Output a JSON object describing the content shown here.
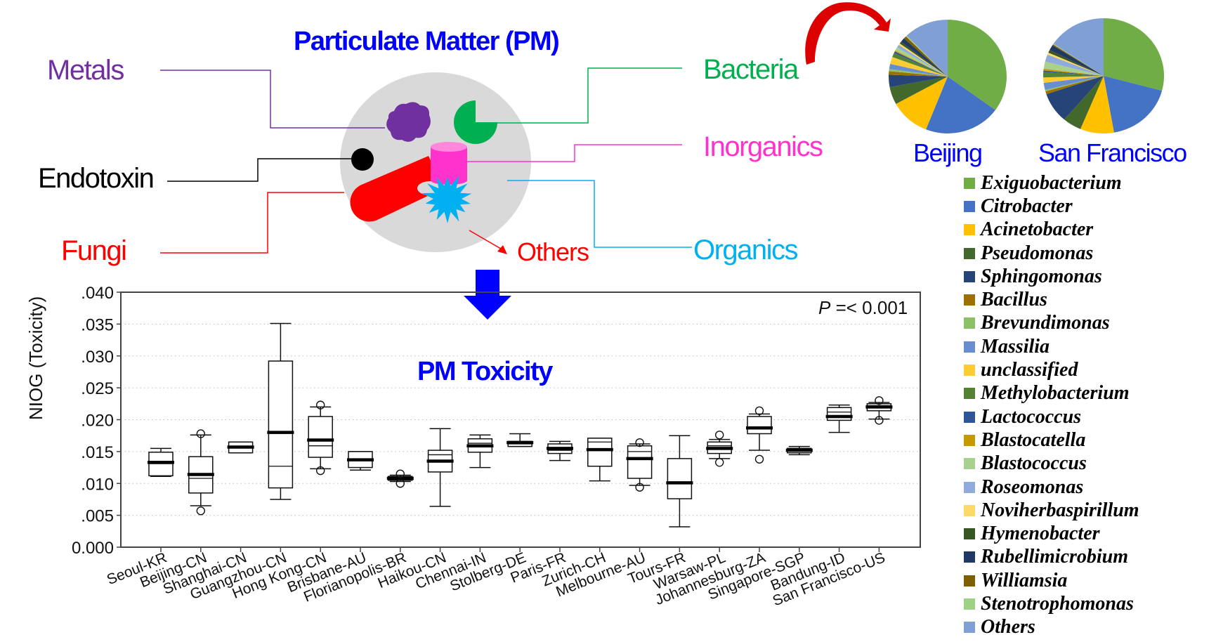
{
  "diagram": {
    "title": "Particulate Matter (PM)",
    "components": [
      {
        "key": "metals",
        "label": "Metals",
        "color": "#7030a0"
      },
      {
        "key": "endotoxin",
        "label": "Endotoxin",
        "color": "#000000"
      },
      {
        "key": "fungi",
        "label": "Fungi",
        "color": "#ff0000"
      },
      {
        "key": "bacteria",
        "label": "Bacteria",
        "color": "#00b050"
      },
      {
        "key": "inorganics",
        "label": "Inorganics",
        "color": "#ff33cc"
      },
      {
        "key": "organics",
        "label": "Organics",
        "color": "#00b0f0"
      },
      {
        "key": "others",
        "label": "Others",
        "color": "#ff0000"
      }
    ],
    "particle_fill": "#d9d9d9",
    "arrow_color": "#0000ff",
    "curved_arrow_color": "#e00000"
  },
  "pies": {
    "cities": [
      "Beijing",
      "San Francisco"
    ],
    "legend": [
      {
        "label": "Exiguobacterium",
        "color": "#70ad47"
      },
      {
        "label": "Citrobacter",
        "color": "#4472c4"
      },
      {
        "label": "Acinetobacter",
        "color": "#ffc000"
      },
      {
        "label": "Pseudomonas",
        "color": "#43682b"
      },
      {
        "label": "Sphingomonas",
        "color": "#264478"
      },
      {
        "label": "Bacillus",
        "color": "#9e7000"
      },
      {
        "label": "Brevundimonas",
        "color": "#8cc168"
      },
      {
        "label": "Massilia",
        "color": "#698ed0"
      },
      {
        "label": "unclassified",
        "color": "#ffcd33"
      },
      {
        "label": "Methylobacterium",
        "color": "#548235"
      },
      {
        "label": "Lactococcus",
        "color": "#2f5597"
      },
      {
        "label": "Blastocatella",
        "color": "#c59a00"
      },
      {
        "label": "Blastococcus",
        "color": "#a9d18e"
      },
      {
        "label": "Roseomonas",
        "color": "#8faadc"
      },
      {
        "label": "Noviherbaspirillum",
        "color": "#ffd966"
      },
      {
        "label": "Hymenobacter",
        "color": "#375623"
      },
      {
        "label": "Rubellimicrobium",
        "color": "#203864"
      },
      {
        "label": "Williamsia",
        "color": "#7f6000"
      },
      {
        "label": "Stenotrophomonas",
        "color": "#9dd184"
      },
      {
        "label": "Others",
        "color": "#7f9fd5"
      }
    ]
  },
  "chart_data": [
    {
      "type": "pie",
      "title": "Beijing",
      "categories": [
        "Exiguobacterium",
        "Citrobacter",
        "Acinetobacter",
        "Pseudomonas",
        "Sphingomonas",
        "Bacillus",
        "Brevundimonas",
        "Massilia",
        "unclassified",
        "Methylobacterium",
        "Lactococcus",
        "Blastocatella",
        "Blastococcus",
        "Roseomonas",
        "Noviherbaspirillum",
        "Hymenobacter",
        "Rubellimicrobium",
        "Williamsia",
        "Stenotrophomonas",
        "Others"
      ],
      "values": [
        35,
        21,
        11,
        5,
        3.5,
        1,
        0.6,
        1.5,
        2,
        1.2,
        0.5,
        0.3,
        1,
        0.8,
        0.5,
        0.6,
        1.2,
        0.8,
        0.3,
        12.2
      ]
    },
    {
      "type": "pie",
      "title": "San Francisco",
      "categories": [
        "Exiguobacterium",
        "Citrobacter",
        "Acinetobacter",
        "Pseudomonas",
        "Sphingomonas",
        "Bacillus",
        "Brevundimonas",
        "Massilia",
        "unclassified",
        "Methylobacterium",
        "Lactococcus",
        "Blastocatella",
        "Blastococcus",
        "Roseomonas",
        "Noviherbaspirillum",
        "Hymenobacter",
        "Rubellimicrobium",
        "Williamsia",
        "Stenotrophomonas",
        "Others"
      ],
      "values": [
        29,
        18,
        9,
        5,
        8.5,
        0.8,
        0.4,
        2,
        1.5,
        1.5,
        0.4,
        0.5,
        2,
        2,
        0.6,
        0.8,
        1.5,
        0.3,
        0.2,
        15.5
      ]
    },
    {
      "type": "box",
      "title": "PM Toxicity",
      "xlabel": "",
      "ylabel": "NIOG (Toxicity)",
      "ylim": [
        0,
        0.04
      ],
      "yticks": [
        "0.000",
        ".005",
        ".010",
        ".015",
        ".020",
        ".025",
        ".030",
        ".035",
        ".040"
      ],
      "grid": true,
      "annotation": "P =< 0.001",
      "categories": [
        "Seoul-KR",
        "Beijing-CN",
        "Shanghai-CN",
        "Guangzhou-CN",
        "Hong Kong-CN",
        "Brisbane-AU",
        "Florianopolis-BR",
        "Haikou-CN",
        "Chennai-IN",
        "Stolberg-DE",
        "Paris-FR",
        "Zurich-CH",
        "Melbourne-AU",
        "Tours-FR",
        "Warsaw-PL",
        "Johannesburg-ZA",
        "Singapore-SGP",
        "Bandung-ID",
        "San Francisco-US"
      ],
      "boxes": [
        {
          "min": 0.0111,
          "q1": 0.0112,
          "median": 0.0133,
          "mean": 0.0131,
          "q3": 0.0149,
          "max": 0.0155,
          "outliers": []
        },
        {
          "min": 0.0065,
          "q1": 0.0085,
          "median": 0.0114,
          "mean": 0.0108,
          "q3": 0.0142,
          "max": 0.0176,
          "outliers": [
            0.0057,
            0.0178
          ]
        },
        {
          "min": 0.0148,
          "q1": 0.0148,
          "median": 0.0157,
          "mean": 0.0157,
          "q3": 0.0165,
          "max": 0.0165,
          "outliers": []
        },
        {
          "min": 0.0075,
          "q1": 0.0093,
          "median": 0.018,
          "mean": 0.0127,
          "q3": 0.0292,
          "max": 0.0351,
          "outliers": []
        },
        {
          "min": 0.0123,
          "q1": 0.0141,
          "median": 0.0168,
          "mean": 0.0159,
          "q3": 0.0205,
          "max": 0.022,
          "outliers": [
            0.012,
            0.0223
          ]
        },
        {
          "min": 0.0121,
          "q1": 0.0125,
          "median": 0.0137,
          "mean": 0.0137,
          "q3": 0.015,
          "max": 0.015,
          "outliers": []
        },
        {
          "min": 0.0103,
          "q1": 0.0105,
          "median": 0.0108,
          "mean": 0.0108,
          "q3": 0.0111,
          "max": 0.0113,
          "outliers": [
            0.01,
            0.0115
          ]
        },
        {
          "min": 0.0064,
          "q1": 0.0118,
          "median": 0.0135,
          "mean": 0.0145,
          "q3": 0.0152,
          "max": 0.0186,
          "outliers": []
        },
        {
          "min": 0.0125,
          "q1": 0.0149,
          "median": 0.0159,
          "mean": 0.0163,
          "q3": 0.017,
          "max": 0.0176,
          "outliers": []
        },
        {
          "min": 0.0158,
          "q1": 0.0158,
          "median": 0.0164,
          "mean": 0.0162,
          "q3": 0.0166,
          "max": 0.0178,
          "outliers": []
        },
        {
          "min": 0.0136,
          "q1": 0.0147,
          "median": 0.0155,
          "mean": 0.0152,
          "q3": 0.0162,
          "max": 0.0166,
          "outliers": []
        },
        {
          "min": 0.0104,
          "q1": 0.0127,
          "median": 0.0153,
          "mean": 0.0165,
          "q3": 0.0171,
          "max": 0.0171,
          "outliers": []
        },
        {
          "min": 0.0097,
          "q1": 0.0108,
          "median": 0.0139,
          "mean": 0.015,
          "q3": 0.0159,
          "max": 0.0162,
          "outliers": [
            0.0094,
            0.0164
          ]
        },
        {
          "min": 0.0032,
          "q1": 0.0076,
          "median": 0.0101,
          "mean": 0.0101,
          "q3": 0.0139,
          "max": 0.0175,
          "outliers": []
        },
        {
          "min": 0.0139,
          "q1": 0.0147,
          "median": 0.0155,
          "mean": 0.0159,
          "q3": 0.0165,
          "max": 0.0169,
          "outliers": [
            0.0133,
            0.0176
          ]
        },
        {
          "min": 0.0152,
          "q1": 0.0178,
          "median": 0.0187,
          "mean": 0.0187,
          "q3": 0.0205,
          "max": 0.0209,
          "outliers": [
            0.0138,
            0.0214
          ]
        },
        {
          "min": 0.0145,
          "q1": 0.0148,
          "median": 0.0152,
          "mean": 0.0151,
          "q3": 0.0155,
          "max": 0.0158,
          "outliers": []
        },
        {
          "min": 0.018,
          "q1": 0.0199,
          "median": 0.0205,
          "mean": 0.0212,
          "q3": 0.0219,
          "max": 0.0223,
          "outliers": []
        },
        {
          "min": 0.0201,
          "q1": 0.0214,
          "median": 0.022,
          "mean": 0.0222,
          "q3": 0.0225,
          "max": 0.0227,
          "outliers": [
            0.0199,
            0.023
          ]
        }
      ]
    }
  ]
}
